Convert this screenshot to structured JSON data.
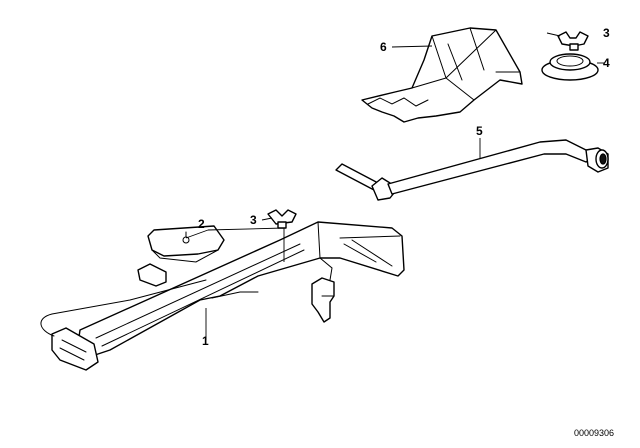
{
  "diagram": {
    "callouts": {
      "jack": "1",
      "support_plate": "2",
      "wing_nut_lower": "3",
      "wing_nut_upper": "3",
      "grommet": "4",
      "wheel_wrench": "5",
      "wheel_chock": "6"
    },
    "diagram_number": "00009306",
    "colors": {
      "line": "#000000",
      "background": "#ffffff"
    }
  }
}
